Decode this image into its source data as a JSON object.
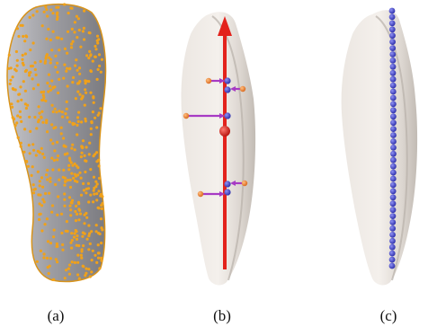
{
  "panels": [
    {
      "caption": "(a)",
      "content": "surface-sampled-points"
    },
    {
      "caption": "(b)",
      "content": "axis-with-projected-points"
    },
    {
      "caption": "(c)",
      "content": "axis-point-chain"
    }
  ],
  "colors": {
    "surface_light": "#f1ede9",
    "surface_shade": "#c7c1bb",
    "surface_dark": "#8f8f94",
    "sample_point": "#f0a11a",
    "axis": "#e3221c",
    "axis_point": "#3e40c8",
    "projection_arrow": "#a73ac4",
    "offset_point": "#f08a3a"
  }
}
